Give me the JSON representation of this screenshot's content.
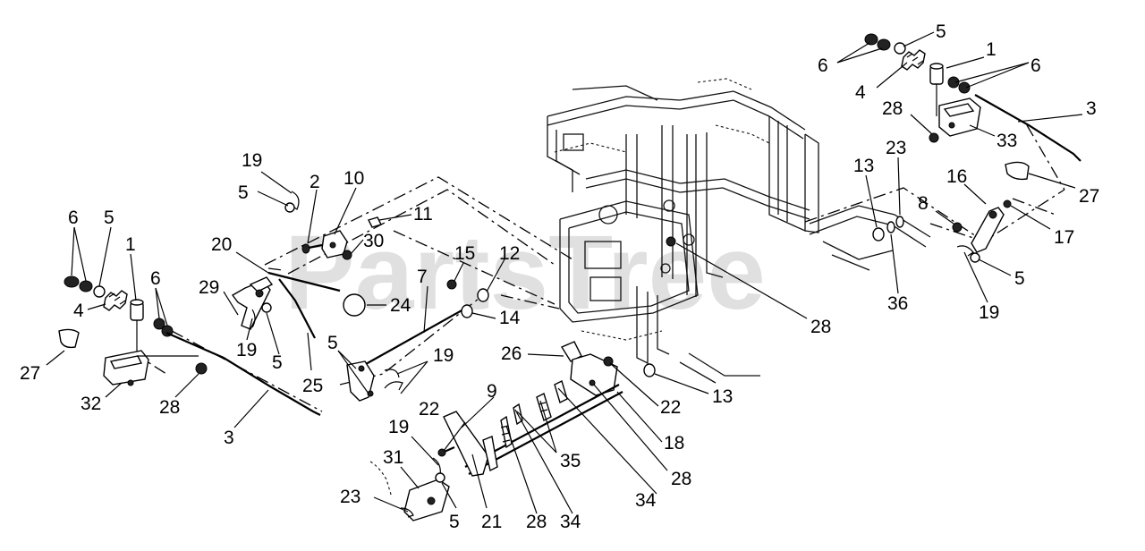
{
  "watermark": "PartsTree",
  "labels": {
    "l1a": "1",
    "l1b": "1",
    "l2": "2",
    "l3a": "3",
    "l3b": "3",
    "l4a": "4",
    "l4b": "4",
    "l5a": "5",
    "l5b": "5",
    "l5c": "5",
    "l5d": "5",
    "l5e": "5",
    "l5f": "5",
    "l5g": "5",
    "l6a": "6",
    "l6b": "6",
    "l6c": "6",
    "l6d": "6",
    "l7": "7",
    "l8": "8",
    "l9": "9",
    "l10": "10",
    "l11": "11",
    "l12": "12",
    "l13a": "13",
    "l13b": "13",
    "l14": "14",
    "l15": "15",
    "l16": "16",
    "l17": "17",
    "l18": "18",
    "l19a": "19",
    "l19b": "19",
    "l19c": "19",
    "l19d": "19",
    "l19e": "19",
    "l20": "20",
    "l21": "21",
    "l22a": "22",
    "l22b": "22",
    "l23a": "23",
    "l23b": "23",
    "l24": "24",
    "l25": "25",
    "l26": "26",
    "l27a": "27",
    "l27b": "27",
    "l28a": "28",
    "l28b": "28",
    "l28c": "28",
    "l28d": "28",
    "l28e": "28",
    "l29": "29",
    "l30": "30",
    "l31": "31",
    "l32": "32",
    "l33": "33",
    "l34a": "34",
    "l34b": "34",
    "l35": "35",
    "l36": "36"
  }
}
